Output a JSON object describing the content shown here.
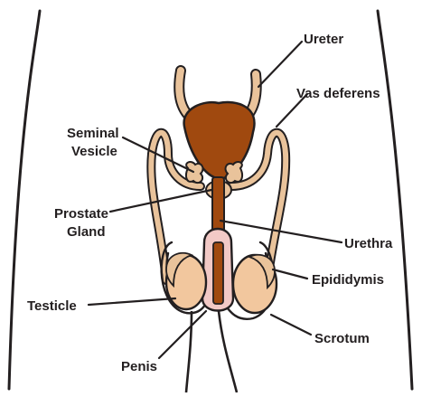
{
  "labels": {
    "ureter": "Ureter",
    "vas_deferens": "Vas deferens",
    "seminal_vesicle_line1": "Seminal",
    "seminal_vesicle_line2": "Vesicle",
    "prostate_gland_line1": "Prostate",
    "prostate_gland_line2": "Gland",
    "urethra": "Urethra",
    "epididymis": "Epididymis",
    "testicle": "Testicle",
    "scrotum": "Scrotum",
    "penis": "Penis"
  },
  "colors": {
    "organ_brown": "#a0490f",
    "tube_tan": "#e9c39b",
    "testicle_fill": "#f2c79e",
    "penis_pink": "#f2c9c6",
    "outline": "#231f20",
    "label_text": "#231f20"
  }
}
